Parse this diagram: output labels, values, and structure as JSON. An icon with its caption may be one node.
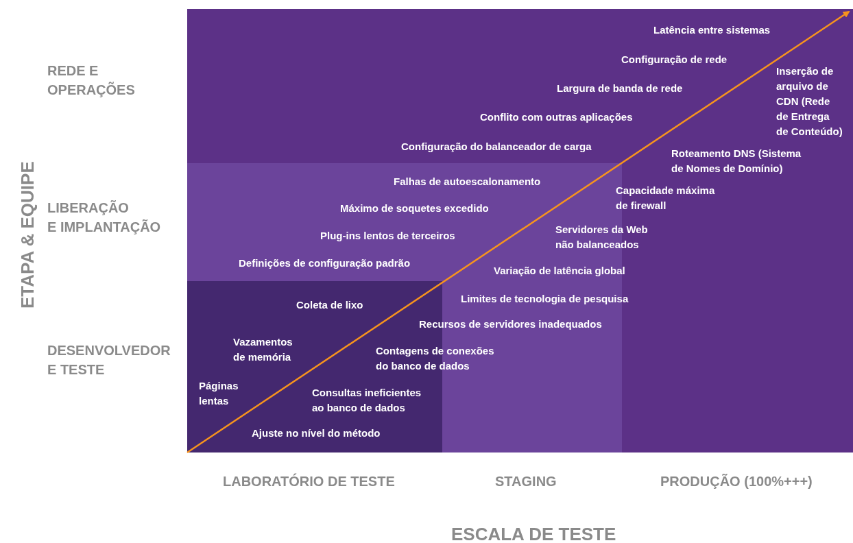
{
  "diagram": {
    "labels": [
      "Latência entre sistemas",
      "Configuração de rede",
      "REDE E OPERAÇÕES",
      "Inserção de arquivo de CDN (Rede de Entrega de Conteúdo)",
      "Largura de banda de rede",
      "Conflito com outras aplicações",
      "Configuração do balanceador de carga",
      "Roteamento DNS (Sistema de Nomes de Domínio)",
      "ETAPA & EQUIPE",
      "Falhas de autoescalonamento",
      "Capacidade máxima de firewall",
      "LIBERAÇÃO E IMPLANTAÇÃO",
      "Máximo de soquetes excedido",
      "Servidores da Web não balanceados",
      "Plug-ins lentos de terceiros",
      "Definições de configuração padrão",
      "Variação de latência global",
      "Limites de tecnologia de pesquisa",
      "Coleta de lixo",
      "Recursos de servidores inadequados",
      "DESENVOLVEDOR E TESTE",
      "Vazamentos de memória",
      "Contagens de conexões do banco de dados",
      "Páginas lentas",
      "Consultas ineficientes ao banco de dados",
      "Ajuste no nível do método",
      "LABORATÓRIO DE TESTE",
      "STAGING",
      "PRODUÇÃO (100%+++)",
      "ESCALA DE TESTE"
    ]
  }
}
